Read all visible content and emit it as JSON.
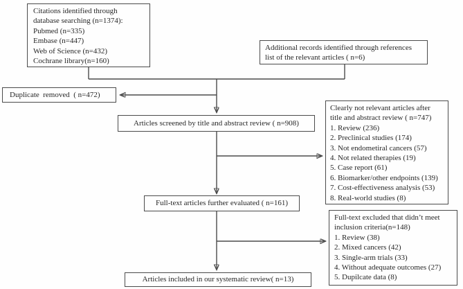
{
  "diagram": {
    "type": "prisma-flow-diagram",
    "colors": {
      "background": "#fefefe",
      "box_border": "#4a4a4a",
      "text": "#262626",
      "arrow": "#4a4a4a"
    },
    "boxes": {
      "citations": {
        "text": "Citations identified through\ndatabase searching (n=1374):\nPubmed (n=335)\nEmbase (n=447)\nWeb of Science (n=432)\nCochrane library(n=160)"
      },
      "additional_records": {
        "text": "Additional records identified through references\nlist of the relevant articles ( n=6)"
      },
      "duplicates_removed": {
        "text": "Duplicate  removed  ( n=472)"
      },
      "title_abstract_screened": {
        "text": "Articles screened by title and abstract review ( n=908)"
      },
      "not_relevant_excluded": {
        "text": "Clearly not relevant articles after\ntitle and abstract review ( n=747)\n1. Review (236)\n2. Preclinical studies (174)\n3. Not endometiral cancers (57)\n4. Not related therapies (19)\n5. Case report (61)\n6. Biomarker/other endpoints (139)\n7. Cost-effectiveness analysis (53)\n8. Real-world studies (8)"
      },
      "fulltext_evaluated": {
        "text": "Full-text articles further evaluated ( n=161)"
      },
      "fulltext_excluded": {
        "text": "Full-text excluded that didn’t meet\ninclusion criteria(n=148)\n1. Review (38)\n2. Mixed cancers (42)\n3. Single-arm trials (33)\n4. Without adequate outcomes (27)\n5. Dupilcate data (8)"
      },
      "included": {
        "text": "Articles included in our systematic review( n=13)"
      }
    }
  }
}
